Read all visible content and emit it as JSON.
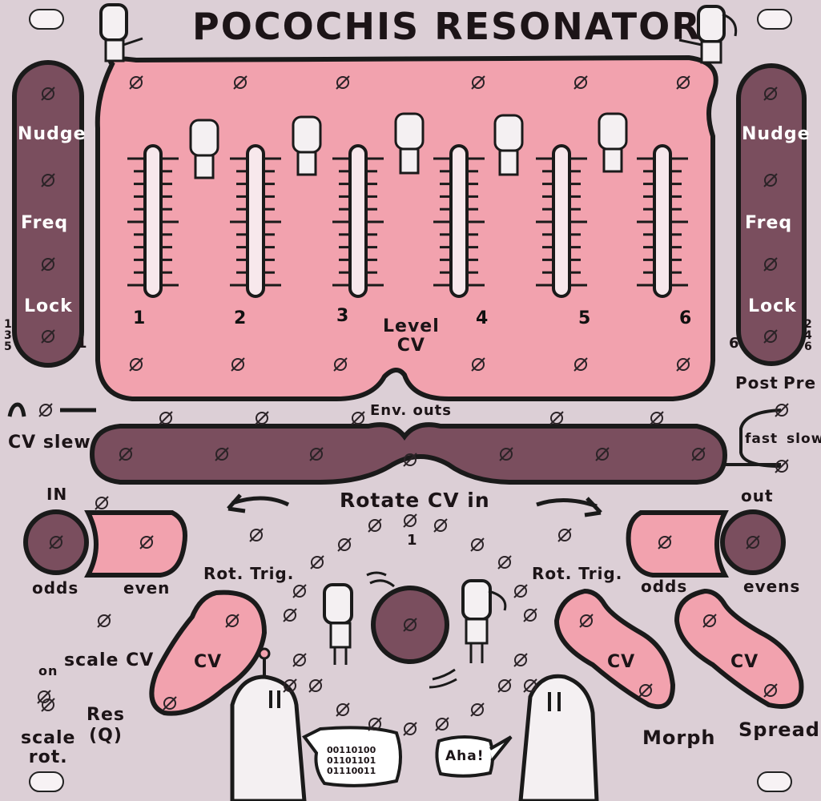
{
  "title": "POCOCHIS RESONATOR",
  "colors": {
    "panel": "#dccfd6",
    "pink": "#f2a2ae",
    "dark": "#7a4e5e",
    "ink": "#1c1417"
  },
  "left_column": {
    "nudge": "Nudge",
    "freq": "Freq",
    "lock": "Lock",
    "side_num": "1 3 5",
    "inner_num": "1"
  },
  "right_column": {
    "nudge": "Nudge",
    "freq": "Freq",
    "lock": "Lock",
    "side_num": "2 4 6",
    "inner_num": "6"
  },
  "faders": [
    "1",
    "2",
    "3",
    "4",
    "5",
    "6"
  ],
  "level_cv": "Level\nCV",
  "post": "Post",
  "pre": "Pre",
  "cv_slew": "CV slew",
  "env_outs": "Env. outs",
  "fast": "fast",
  "slow": "slow",
  "in": "IN",
  "out": "out",
  "rotate_cv_in": "Rotate CV in",
  "rotate_num": "1",
  "odds_left": "odds",
  "even": "even",
  "odds_right": "odds",
  "evens": "evens",
  "rot_trig_left": "Rot. Trig.",
  "rot_trig_right": "Rot. Trig.",
  "cv_left": "CV",
  "cv_morph": "CV",
  "cv_spread": "CV",
  "morph": "Morph",
  "spread": "Spread",
  "on": "on",
  "scale_cv": "scale CV",
  "scale_rot": "scale\nrot.",
  "res_q": "Res\n(Q)",
  "binary": "00110100\n01101101\n01110011",
  "aha": "Aha!"
}
